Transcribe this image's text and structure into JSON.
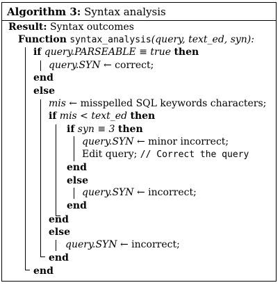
{
  "algorithm": {
    "label": "Algorithm 3:",
    "title": "Syntax analysis",
    "result_label": "Result:",
    "result_text": "Syntax outcomes",
    "function_kw": "Function",
    "function_name": "syntax_analysis",
    "function_args": "(query, text_ed, syn):"
  },
  "keywords": {
    "if": "if",
    "then": "then",
    "else": "else",
    "end": "end"
  },
  "lines": {
    "cond1": "query.PARSEABLE ≡ true",
    "assign_correct_lhs": "query.SYN",
    "assign_correct_rhs": "← correct;",
    "mis_lhs": "mis",
    "mis_rhs": "← misspelled SQL keywords characters;",
    "cond2": "mis < text_ed",
    "cond3": "syn ≡ 3",
    "minor_lhs": "query.SYN",
    "minor_rhs": "← minor incorrect;",
    "edit_query": "Edit query;",
    "comment": "// Correct the query",
    "incorrect1_lhs": "query.SYN",
    "incorrect1_rhs": "← incorrect;",
    "incorrect2_lhs": "query.SYN",
    "incorrect2_rhs": "← incorrect;"
  }
}
